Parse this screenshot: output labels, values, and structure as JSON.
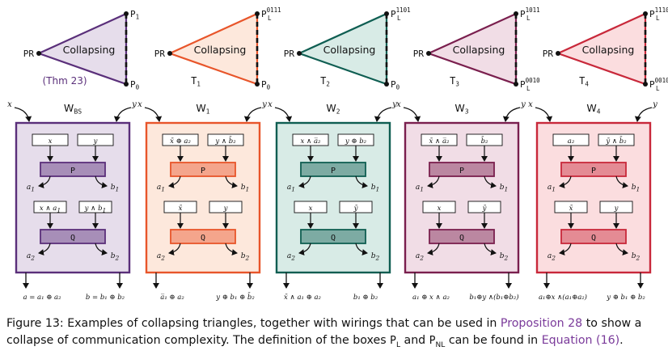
{
  "caption": {
    "figure_label": "Figure 13:",
    "text_1": "Examples of collapsing triangles, together with wirings that can be used in",
    "link_1": "Proposition 28",
    "text_2": "to show a collapse of communication complexity. The definition of the boxes",
    "box_pl": "P",
    "box_pl_sub": "L",
    "text_3": "and",
    "box_pnl": "P",
    "box_pnl_sub": "NL",
    "text_4": "can be found in",
    "link_2": "Equation (16)",
    "text_5": "."
  },
  "panels": [
    {
      "color": "#5a2f7a",
      "fill": "#e6ddeb",
      "triangle": {
        "left": "PR",
        "top": "P",
        "top_sub": "1",
        "top_sup": "",
        "bottom": "P",
        "bottom_sub": "0",
        "bottom_sup": "",
        "center": "Collapsing",
        "label": "(Thm 23)",
        "label_sub": ""
      },
      "wiring": {
        "x": "x",
        "y": "y",
        "name": "W",
        "name_sub": "BS",
        "in_a": "x",
        "in_b": "y",
        "box_p": "P",
        "a1": "a",
        "a1_sub": "1",
        "b1": "b",
        "b1_sub": "1",
        "mid_a": "x ∧ a",
        "mid_a_sub": "1",
        "mid_b": "y ∧ b",
        "mid_b_sub": "1",
        "box_q": "Q",
        "a2": "a",
        "a2_sub": "2",
        "b2": "b",
        "b2_sub": "2",
        "out_a": "a = a₁ ⊕ a₂",
        "out_b": "b = b₁ ⊕ b₂"
      }
    },
    {
      "color": "#e8552a",
      "fill": "#fde8dc",
      "triangle": {
        "left": "PR",
        "top": "P",
        "top_sub": "L",
        "top_sup": "0111",
        "bottom": "P",
        "bottom_sub": "0",
        "bottom_sup": "",
        "center": "Collapsing",
        "label": "T",
        "label_sub": "1"
      },
      "wiring": {
        "x": "x",
        "y": "y",
        "name": "W",
        "name_sub": "1",
        "in_a": "x̄ ⊕ a₂",
        "in_b": "y ∧ b̄₂",
        "box_p": "P",
        "a1": "a",
        "a1_sub": "1",
        "b1": "b",
        "b1_sub": "1",
        "mid_a": "x̄",
        "mid_a_sub": "",
        "mid_b": "y",
        "mid_b_sub": "",
        "box_q": "Q",
        "a2": "a",
        "a2_sub": "2",
        "b2": "b",
        "b2_sub": "2",
        "out_a": "a̅₁ ⊕ a₂",
        "out_b": "y ⊕ b₁ ⊕ b̄₂"
      }
    },
    {
      "color": "#0f5e52",
      "fill": "#d8ebe6",
      "triangle": {
        "left": "PR",
        "top": "P",
        "top_sub": "L",
        "top_sup": "1101",
        "bottom": "P",
        "bottom_sub": "0",
        "bottom_sup": "",
        "center": "Collapsing",
        "label": "T",
        "label_sub": "2"
      },
      "wiring": {
        "x": "x",
        "y": "y",
        "name": "W",
        "name_sub": "2",
        "in_a": "x ∧ a̅₂",
        "in_b": "y ⊕ b₂",
        "box_p": "P",
        "a1": "a",
        "a1_sub": "1",
        "b1": "b",
        "b1_sub": "1",
        "mid_a": "x",
        "mid_a_sub": "",
        "mid_b": "ȳ",
        "mid_b_sub": "",
        "box_q": "Q",
        "a2": "a",
        "a2_sub": "2",
        "b2": "b",
        "b2_sub": "2",
        "out_a": "x̄ ∧ a₁ ⊕ a₂",
        "out_b": "b₁ ⊕ b₂"
      }
    },
    {
      "color": "#7a1f4e",
      "fill": "#f1dde6",
      "triangle": {
        "left": "PR",
        "top": "P",
        "top_sub": "L",
        "top_sup": "1011",
        "bottom": "P",
        "bottom_sub": "L",
        "bottom_sup": "0010",
        "center": "Collapsing",
        "label": "T",
        "label_sub": "3"
      },
      "wiring": {
        "x": "x",
        "y": "y",
        "name": "W",
        "name_sub": "3",
        "in_a": "x̄ ∧ a̅₂",
        "in_b": "b̄₂",
        "box_p": "P",
        "a1": "a",
        "a1_sub": "1",
        "b1": "b",
        "b1_sub": "1",
        "mid_a": "x",
        "mid_a_sub": "",
        "mid_b": "ȳ",
        "mid_b_sub": "",
        "box_q": "Q",
        "a2": "a",
        "a2_sub": "2",
        "b2": "b",
        "b2_sub": "2",
        "out_a": "a₁ ⊕ x ∧ a₂",
        "out_b": "b₁⊕y ∧(b₁⊕b₂)"
      }
    },
    {
      "color": "#c8283a",
      "fill": "#fbdddf",
      "triangle": {
        "left": "PR",
        "top": "P",
        "top_sub": "L",
        "top_sup": "1110",
        "bottom": "P",
        "bottom_sub": "L",
        "bottom_sup": "0010",
        "center": "Collapsing",
        "label": "T",
        "label_sub": "4"
      },
      "wiring": {
        "x": "x",
        "y": "y",
        "name": "W",
        "name_sub": "4",
        "in_a": "a₂",
        "in_b": "ȳ ∧ b̄₂",
        "box_p": "P",
        "a1": "a",
        "a1_sub": "1",
        "b1": "b",
        "b1_sub": "1",
        "mid_a": "x̄",
        "mid_a_sub": "",
        "mid_b": "y",
        "mid_b_sub": "",
        "box_q": "Q",
        "a2": "a",
        "a2_sub": "2",
        "b2": "b",
        "b2_sub": "2",
        "out_a": "a₁⊕x ∧(a₁⊕a₂)",
        "out_b": "y ⊕ b₁ ⊕ b₂"
      }
    }
  ]
}
